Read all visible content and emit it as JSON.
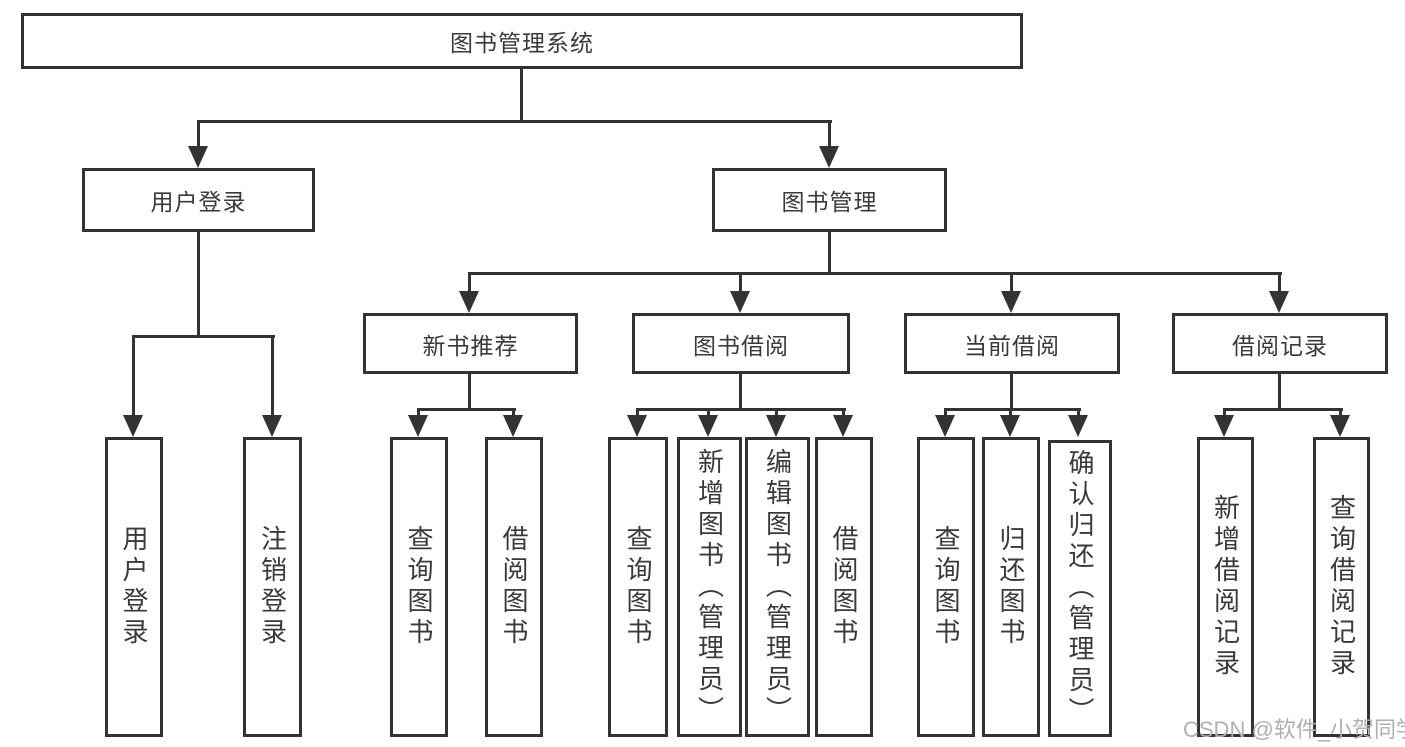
{
  "root": {
    "label": "图书管理系统"
  },
  "branches": {
    "login": {
      "label": "用户登录",
      "children": [
        {
          "label": "用户登录"
        },
        {
          "label": "注销登录"
        }
      ]
    },
    "mgmt": {
      "label": "图书管理",
      "sections": {
        "recommend": {
          "label": "新书推荐",
          "children": [
            {
              "label": "查询图书"
            },
            {
              "label": "借阅图书"
            }
          ]
        },
        "borrow": {
          "label": "图书借阅",
          "children": [
            {
              "label": "查询图书"
            },
            {
              "label": "新增图书（管理员）"
            },
            {
              "label": "编辑图书（管理员）"
            },
            {
              "label": "借阅图书"
            }
          ]
        },
        "current": {
          "label": "当前借阅",
          "children": [
            {
              "label": "查询图书"
            },
            {
              "label": "归还图书"
            },
            {
              "label": "确认归还（管理员）"
            }
          ]
        },
        "records": {
          "label": "借阅记录",
          "children": [
            {
              "label": "新增借阅记录"
            },
            {
              "label": "查询借阅记录"
            }
          ]
        }
      }
    }
  },
  "watermark": {
    "text": "CSDN @软件_小贺同学"
  },
  "colors": {
    "line": "#333333",
    "text": "#3a3a3a",
    "watermark": "#b0b0b0",
    "background": "#ffffff"
  }
}
